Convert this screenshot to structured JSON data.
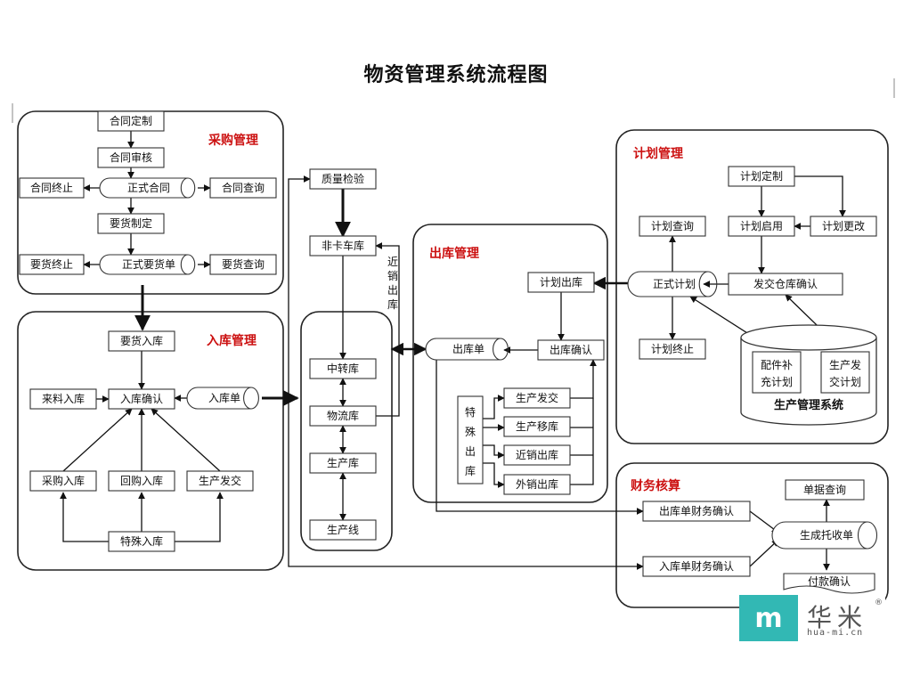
{
  "title": "物资管理系统流程图",
  "colors": {
    "section_title": "#cc1111",
    "line": "#111111",
    "box_border": "#333333",
    "logo": "#32b8b4"
  },
  "sections": {
    "purchase": "采购管理",
    "inbound": "入库管理",
    "outbound": "出库管理",
    "plan": "计划管理",
    "finance": "财务核算"
  },
  "nodes": {
    "contract_make": "合同定制",
    "contract_review": "合同审核",
    "contract_formal": "正式合同",
    "contract_end": "合同终止",
    "contract_query": "合同查询",
    "req_make": "要货制定",
    "req_formal": "正式要货单",
    "req_end": "要货终止",
    "req_query": "要货查询",
    "req_inbound": "要货入库",
    "incoming_inbound": "来料入库",
    "inbound_confirm": "入库确认",
    "inbound_doc": "入库单",
    "purchase_inbound": "采购入库",
    "return_inbound": "回购入库",
    "prod_delivery_in": "生产发交",
    "special_inbound": "特殊入库",
    "quality_check": "质量检验",
    "non_card": "非卡车库",
    "transfer": "中转库",
    "logistics": "物流库",
    "production_store": "生产库",
    "production_line": "生产线",
    "near_sale_out_v": "近销出库",
    "outbound_doc": "出库单",
    "plan_outbound": "计划出库",
    "outbound_confirm": "出库确认",
    "special_outbound": "特殊出库",
    "prod_delivery_out": "生产发交",
    "prod_move": "生产移库",
    "near_sale_out": "近销出库",
    "export_out": "外销出库",
    "plan_make": "计划定制",
    "plan_query": "计划查询",
    "plan_enable": "计划启用",
    "plan_change": "计划更改",
    "plan_formal": "正式计划",
    "dispatch_confirm": "发交仓库确认",
    "plan_end": "计划终止",
    "parts_plan": "配件补充计划",
    "prod_plan": "生产发交计划",
    "prod_mgmt_system": "生产管理系统",
    "receipt_query": "单据查询",
    "out_fin_confirm": "出库单财务确认",
    "collection": "生成托收单",
    "in_fin_confirm": "入库单财务确认",
    "payment_confirm": "付款确认"
  },
  "logo": {
    "mark": "m",
    "cn": "华米",
    "reg": "®",
    "url": "hua-mi.cn"
  }
}
